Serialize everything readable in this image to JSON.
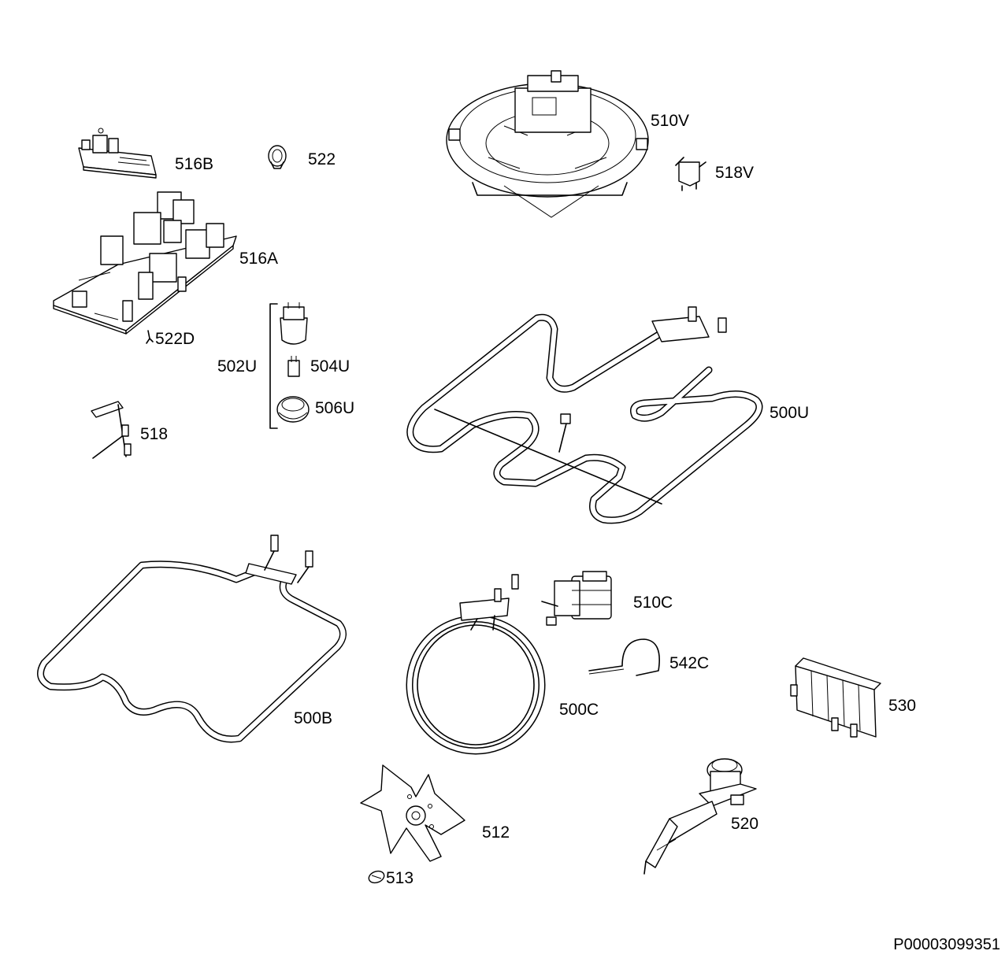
{
  "parts": [
    {
      "id": "p516B",
      "label": "516B"
    },
    {
      "id": "p522",
      "label": "522"
    },
    {
      "id": "p510V",
      "label": "510V"
    },
    {
      "id": "p518V",
      "label": "518V"
    },
    {
      "id": "p516A",
      "label": "516A"
    },
    {
      "id": "p522D",
      "label": "522D"
    },
    {
      "id": "p502U",
      "label": "502U"
    },
    {
      "id": "p504U",
      "label": "504U"
    },
    {
      "id": "p506U",
      "label": "506U"
    },
    {
      "id": "p518",
      "label": "518"
    },
    {
      "id": "p500U",
      "label": "500U"
    },
    {
      "id": "p510C",
      "label": "510C"
    },
    {
      "id": "p542C",
      "label": "542C"
    },
    {
      "id": "p500B",
      "label": "500B"
    },
    {
      "id": "p500C",
      "label": "500C"
    },
    {
      "id": "p530",
      "label": "530"
    },
    {
      "id": "p512",
      "label": "512"
    },
    {
      "id": "p520",
      "label": "520"
    },
    {
      "id": "p513",
      "label": "513"
    }
  ],
  "document_code": "P00003099351"
}
